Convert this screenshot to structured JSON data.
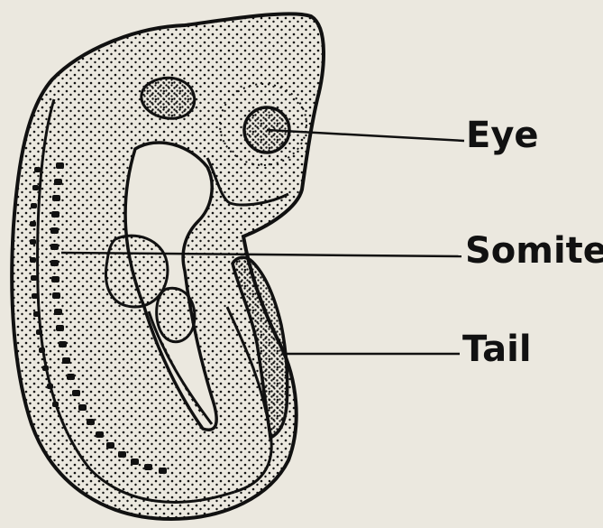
{
  "labels": {
    "eye": "Eye",
    "somite": "Somite",
    "tail": "Tail"
  },
  "colors": {
    "ink": "#111111",
    "paper": "#ebe8df"
  }
}
